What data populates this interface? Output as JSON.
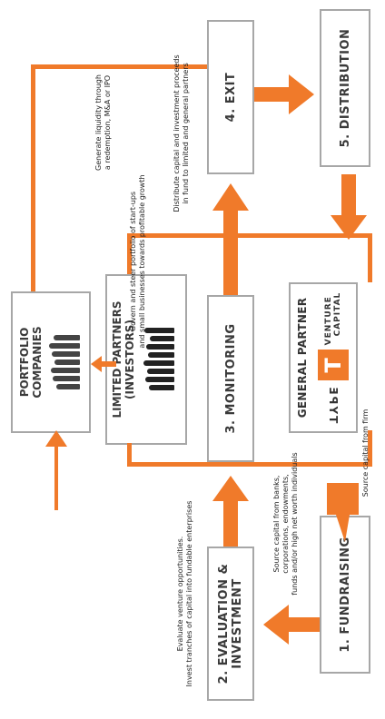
{
  "steps": {
    "fundraising": "1. FUNDRAISING",
    "evaluation_line1": "2. EVALUATION &",
    "evaluation_line2": "INVESTMENT",
    "monitoring": "3. MONITORING",
    "exit": "4. EXIT",
    "distribution": "5. DISTRIBUTION"
  },
  "entities": {
    "general_partner": "GENERAL PARTNER",
    "limited_partners_line1": "LIMITED PARTNERS",
    "limited_partners_line2": "(INVESTORS)",
    "portfolio_line1": "PORTFOLIO",
    "portfolio_line2": "COMPANIES"
  },
  "logo": {
    "letter": "T",
    "word_left": "TYPE",
    "word_right_1": "VENTURE",
    "word_right_2": "CAPITAL"
  },
  "notes": {
    "source_firm": "Source capital from firm",
    "source_banks": [
      "Source capital from banks,",
      "corporations, endowments,",
      "funds and/or high net worth individuals"
    ],
    "evaluate": [
      "Evaluate venture opportunities.",
      "Invest tranches of capital into fundable enterprises"
    ],
    "govern": [
      "Govern and steer portfolio of start-ups",
      "and small businesses towards profitable growth"
    ],
    "generate": [
      "Generate liquidity through",
      "a redemption, M&A or IPO"
    ],
    "distribute": [
      "Distribute capital and investment proceeds",
      "in fund to limited and general partners"
    ]
  },
  "colors": {
    "accent": "#f07a2a",
    "box_border": "#a7a7a7",
    "text": "#333333"
  }
}
